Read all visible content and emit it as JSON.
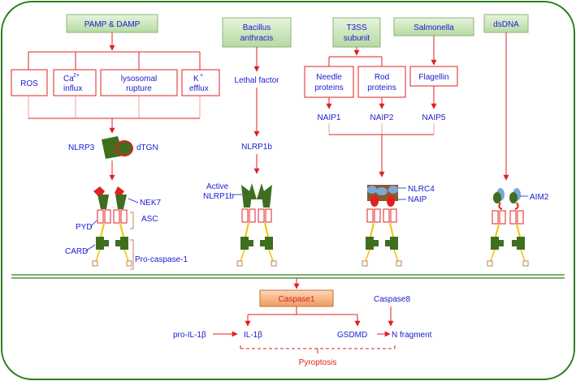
{
  "sources": {
    "pamp_damp": "PAMP & DAMP",
    "bacillus_line1": "Bacillus",
    "bacillus_line2": "anthracis",
    "t3ss_line1": "T3SS",
    "t3ss_line2": "subunit",
    "salmonella": "Salmonella",
    "dsdna": "dsDNA"
  },
  "triggers": {
    "ros": "ROS",
    "ca_line1": "Ca",
    "ca_sup": "2+",
    "ca_line2": "influx",
    "lyso_line1": "lysosomal",
    "lyso_line2": "rupture",
    "k_line1": "K",
    "k_sup": "+",
    "k_line2": "efflux"
  },
  "bacterial": {
    "lethal_factor": "Lethal factor",
    "needle_line1": "Needle",
    "needle_line2": "proteins",
    "rod_line1": "Rod",
    "rod_line2": "proteins",
    "flagellin": "Flagellin",
    "naip1": "NAIP1",
    "naip2": "NAIP2",
    "naip5": "NAIP5"
  },
  "sensors": {
    "nlrp3": "NLRP3",
    "dtgn": "dTGN",
    "nlrp1b": "NLRP1b",
    "active_line1": "Active",
    "active_line2": "NLRP1b",
    "nek7": "NEK7",
    "pyd": "PYD",
    "asc": "ASC",
    "card": "CARD",
    "pro_caspase": "Pro-caspase-1",
    "nlrc4": "NLRC4",
    "naip": "NAIP",
    "aim2": "AIM2"
  },
  "outputs": {
    "caspase1": "Caspase1",
    "caspase8": "Caspase8",
    "pro_il1b": "pro-IL-1β",
    "il1b": "IL-1β",
    "gsdmd": "GSDMD",
    "n_fragment": "N fragment",
    "pyroptosis": "Pyroptosis"
  },
  "colors": {
    "border_green": "#2e7d1e",
    "source_fill": "#cfe8c0",
    "arrow_red": "#e02020",
    "text_blue": "#1a1ad0",
    "domain_green": "#3f6e1f",
    "caspase_fill": "#f4b183"
  }
}
